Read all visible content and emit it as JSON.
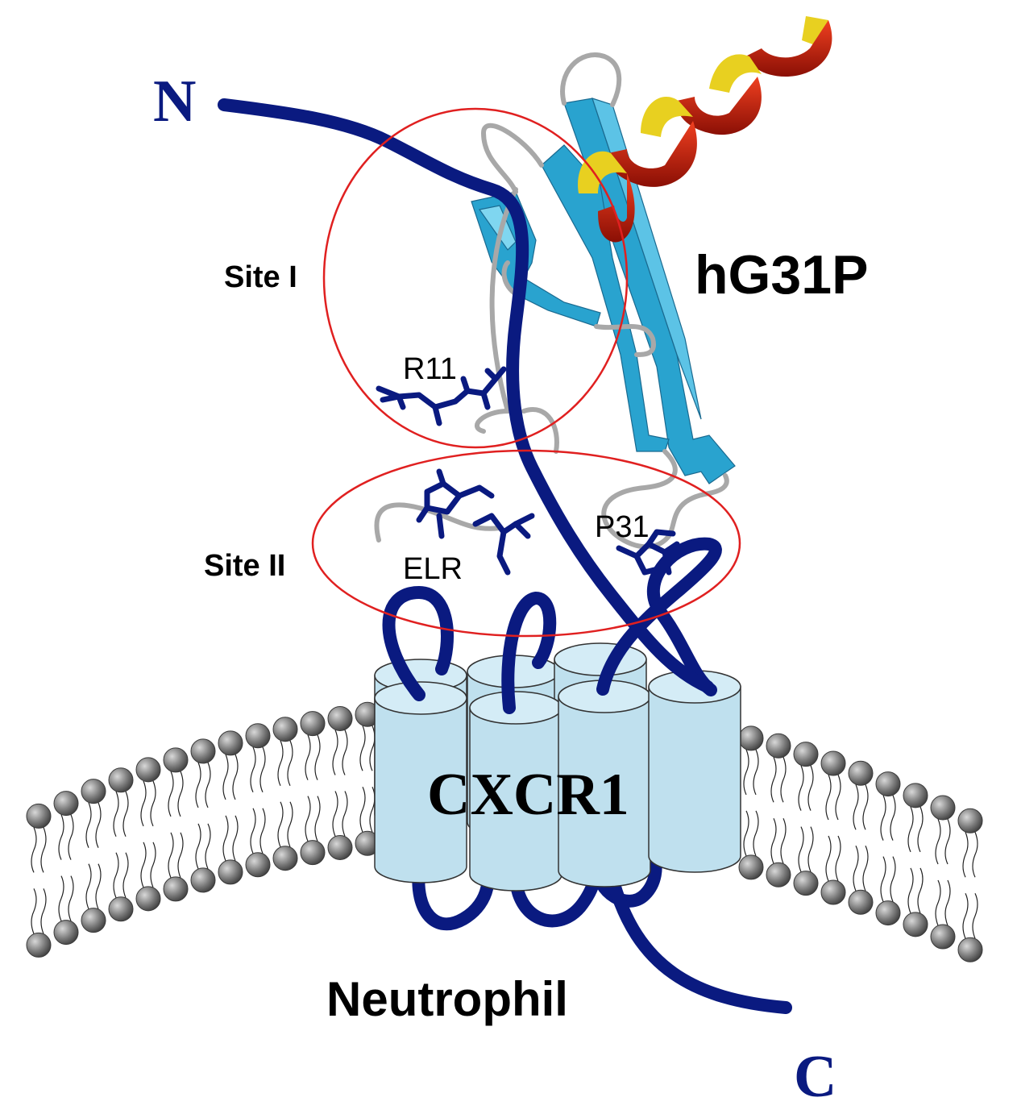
{
  "labels": {
    "n_terminus": "N",
    "c_terminus": "C",
    "site_1": "Site I",
    "site_2": "Site II",
    "r11": "R11",
    "elr": "ELR",
    "p31": "P31",
    "protein": "hG31P",
    "receptor": "CXCR1",
    "cell": "Neutrophil"
  },
  "colors": {
    "chain": "#0a1a80",
    "site_circle": "#e02020",
    "strand": "#29a3cf",
    "helix_red": "#d42010",
    "helix_yellow": "#e8d020",
    "loop": "#a8a8a8",
    "cylinder": "#bfe0ee",
    "lipid_head": "#707070"
  }
}
